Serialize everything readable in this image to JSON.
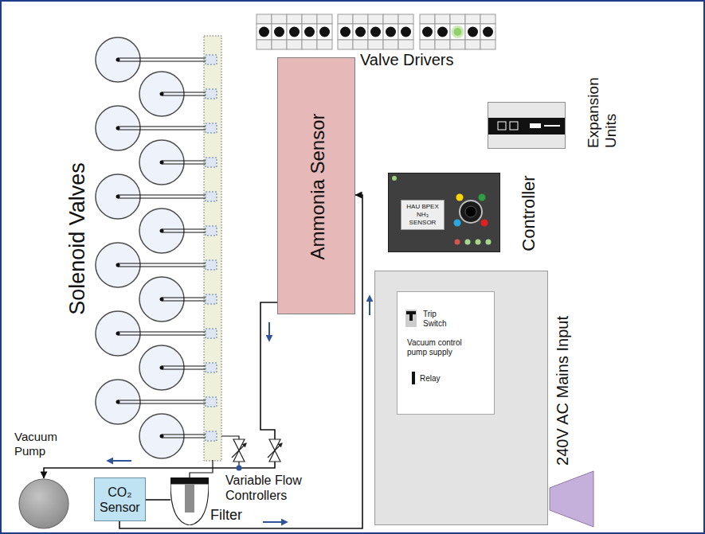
{
  "diagram": {
    "nodes": [
      {
        "text": [
          "Ammonia Sensor"
        ]
      },
      {
        "text": [
          "Expansion Units"
        ]
      },
      {
        "text": [
          "Controller",
          "HAU BPEX NH₃ SENSOR"
        ]
      },
      {
        "text": [
          "240V AC Mains Input"
        ]
      },
      {
        "text": [
          "Trip Switch",
          "Vacuum control pump supply",
          "Relay"
        ],
        "in": 3
      },
      {
        "text": [
          "Vacuum Pump"
        ]
      },
      {
        "text": [
          "CO₂ Sensor"
        ]
      },
      {
        "text": [
          "Filter"
        ]
      }
    ],
    "edges": [
      {
        "from": 7,
        "to": 6,
        "arrow": "none"
      },
      {
        "from": 6,
        "to": 0,
        "arrow": "to"
      },
      {
        "from": 0,
        "to": 5,
        "arrow": "to"
      }
    ],
    "labels": [
      "Solenoid Valves",
      "Valve Drivers",
      "Variable Flow Controllers"
    ]
  }
}
